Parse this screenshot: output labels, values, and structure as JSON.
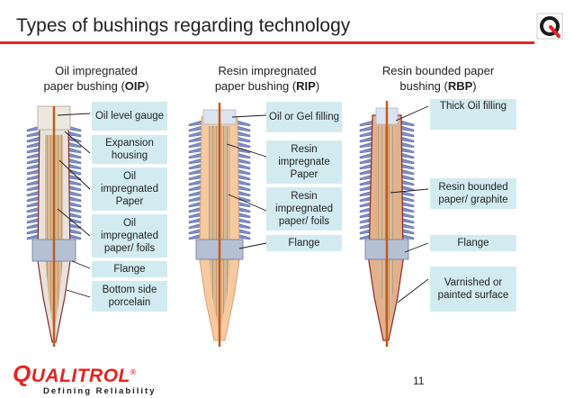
{
  "title": "Types of bushings regarding technology",
  "columns": [
    {
      "heading_line1": "Oil impregnated",
      "heading_line2_prefix": "paper bushing (",
      "heading_abbr": "OIP",
      "heading_suffix": ")",
      "labels": [
        "Oil level gauge",
        "Expansion housing",
        "Oil impregnated Paper",
        "Oil impregnated paper/ foils",
        "Flange",
        "Bottom side porcelain"
      ]
    },
    {
      "heading_line1": "Resin impregnated",
      "heading_line2_prefix": "paper bushing (",
      "heading_abbr": "RIP",
      "heading_suffix": ")",
      "labels": [
        "Oil or Gel filling",
        "Resin impregnate Paper",
        "Resin impregnated paper/ foils",
        "Flange"
      ]
    },
    {
      "heading_line1": "Resin bounded paper",
      "heading_line2_prefix": "bushing (",
      "heading_abbr": "RBP",
      "heading_suffix": ")",
      "labels": [
        "Thick Oil filling",
        "Resin bounded paper/ graphite",
        "Flange",
        "Varnished or painted surface"
      ]
    }
  ],
  "brand": {
    "name": "QUALITROL",
    "name_rest": "UALITROL",
    "name_first": "Q",
    "tagline": "Defining Reliability",
    "mark": "®"
  },
  "page_number": "11",
  "colors": {
    "accent": "#e52421",
    "label_bg": "#d2ebf1",
    "shed": "#7d8ec2",
    "core": "#d0ae8c",
    "conductor": "#c75a14",
    "rip_body": "#f6c9a0"
  }
}
